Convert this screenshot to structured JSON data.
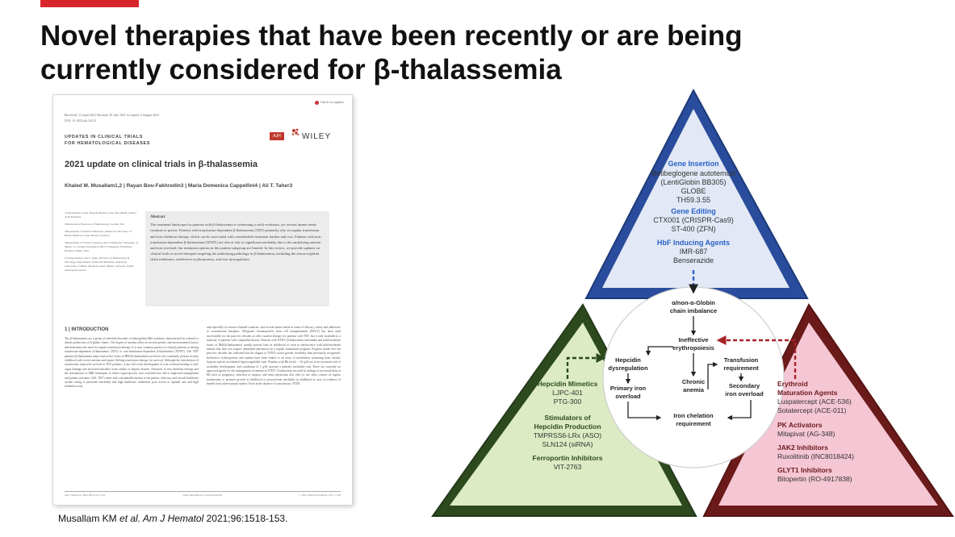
{
  "slide": {
    "title_line1": "Novel therapies that have been recently or are being",
    "title_line2": "currently considered for β-thalassemia",
    "citation_authors": "Musallam KM ",
    "citation_etal": "et al. Am J Hematol",
    "citation_rest": " 2021;96:1518-153."
  },
  "colors": {
    "accent_bar": "#d8252b",
    "blue": "#2a4c9c",
    "green": "#2d4a1f",
    "red": "#6b1a1a",
    "pink_fill": "#f5c6d4",
    "green_fill": "#dcebc3",
    "blue_fill": "#e2e8f5"
  },
  "paper": {
    "check_updates": "Check for updates",
    "meta": "Received: 12 April 2021    Revised: 29 July 2021    Accepted: 2 August 2021",
    "doi": "DOI: 10.1002/ajh.26314",
    "section_line1": "UPDATES IN CLINICAL TRIALS",
    "section_line2": "FOR HEMATOLOGICAL DISEASES",
    "logo_ajh": "AJH",
    "logo_wiley": "WILEY",
    "title": "2021 update on clinical trials in β-thalassemia",
    "authors": "Khaled M. Musallam1,2  |  Rayan Bou-Fakhredin3  |  Maria Domenica Cappellini4  |  Ali T. Taher3",
    "affiliation_1": "1Thalassemia Center, Burjeel Medical City, Abu Dhabi, United Arab Emirates",
    "affiliation_2": "2International Network of Hematology, London, UK",
    "affiliation_3": "3Department of Internal Medicine, American University of Beirut Medical Center, Beirut, Lebanon",
    "affiliation_4": "4Department of Clinical Sciences and Community, University of Milan, Ca' Granda Foundation IRCCS Maggiore Policlinico Hospital, Milan, Italy",
    "correspondence": "Correspondence: Ali T. Taher, Division of Hematology & Oncology, Department of Internal Medicine, American University of Beirut Medical Center, Beirut, Lebanon. Email: ataher@aub.edu.lb",
    "abstract_heading": "Abstract",
    "abstract_text": "The treatment landscape for patients with β-thalassemia is witnessing a swift evolution, yet several unmet needs continue to persist. Patients with transfusion-dependent β-thalassemia (TDT) primarily rely on regular transfusion and iron chelation therapy, which can be associated with considerable treatment burden and cost. Patients with non-transfusion-dependent β-thalassemia (NTDT) are also at risk of significant morbidity due to the underlying anemia and iron overload, but treatment options in this patient subgroup are limited. In this review, we provide updates on clinical trials of novel therapies targeting the underlying pathology in β-thalassemia, including the α/non-α-globin chain imbalance, ineffective erythropoiesis, and iron dysregulation.",
    "intro_heading": "1  |  INTRODUCTION",
    "intro_left": "The β-thalassemias are a group of inherited disorders of hemoglobin (Hb) synthesis characterized by reduced or absent production of β-globin chains. The degree of anemia relies on several genetic and environmental factors and determines the need for regular transfusion therapy. It is now common practice to classify patients as having transfusion-dependent β-thalassemia (TDT) or non-transfusion-dependent β-thalassemia (NTDT). The TDT patients (β-thalassemia major and severe forms of HbE/β-thalassemia) are those who commonly present in early childhood with severe anemia and require lifelong transfusion therapy for survival. Although the introduction of transfusions improved survival in TDT patients, it also led to the development of iron overload leading to end-organ damage and increased mortality from cardiac or hepatic disease. Advances in iron chelation therapy and the introduction of MRI techniques to detect organ-specific iron overload have led to improved management and patient outcomes. Still, TDT comes with considerable burden to the patient, clinician, and overall healthcare system owing to persistent morbidity and high healthcare utilization, poor access to optimal care and high treatment costs.",
    "intro_right": "and especially in resource-limited countries, and several unmet needs in terms of efficacy, safety and adherence to conventional therapies. Allogeneic hematopoietic stem cell transplantation (HSCT) has been used successfully for the past few decades to offer curative therapy for patients with TDT, but is only available to a minority of patients with compatible donors. Patients with NTDT (β-thalassemia intermedia and mild-moderate forms of HbE/β-thalassemia) usually present later in childhood or even in adolescence with mild-moderate anemia that does not require immediate placement on a regular transfusion program. Progress made over the past few decades has indicated that the dogma of NTDT carries greater morbidity than previously recognized. Ineffective erythropoiesis and anemia have been linked to an array of morbidities stemming from chronic hypoxia and an accelerated hypercoagulable state. Patients with Hb levels < 10 g/dl are at an increased risk of morbidity development, and conditions of 1 g/dl increase a patient's morbidity risk. There are currently no approved agents for the management of anemia in NTDT. Transfusions are used in settings of increased drop in Hb such as pregnancy, infection or surgery, and some physicians also elect to use short courses of regular transfusions to promote growth in childhood or prevent/treat morbidity in adulthood in case of evidence of benefit from observational studies. Even in the absence of transfusions, NTDT",
    "footer_left": "Am J Hematol. 2021;96:1518–1531.",
    "footer_mid": "wileyonlinelibrary.com/journal/ajh",
    "footer_right": "© 2021 Wiley Periodicals LLC.   1518"
  },
  "diagram": {
    "gene_insertion": {
      "heading": "Gene Insertion",
      "items": [
        "Betibeglogene autotemcel",
        "(LentiGlobin BB305)",
        "GLOBE",
        "TH59.3.55"
      ]
    },
    "gene_editing": {
      "heading": "Gene Editing",
      "items": [
        "CTX001 (CRISPR-Cas9)",
        "ST-400 (ZFN)"
      ]
    },
    "hbf_agents": {
      "heading": "HbF Inducing Agents",
      "items": [
        "IMR-687",
        "Benserazide"
      ]
    },
    "hepcidin_mimetics": {
      "heading": "Hepcidin Mimetics",
      "items": [
        "LJPC-401",
        "PTG-300"
      ]
    },
    "hepcidin_stimulators": {
      "heading_line1": "Stimulators of",
      "heading_line2": "Hepcidin Production",
      "items": [
        "TMPRSS6-LRx (ASO)",
        "SLN124 (siRNA)"
      ]
    },
    "ferroportin": {
      "heading": "Ferroportin Inhibitors",
      "items": [
        "VIT-2763"
      ]
    },
    "erythroid": {
      "heading_line1": "Erythroid",
      "heading_line2": "Maturation Agents",
      "items": [
        "Luspatercept (ACE-536)",
        "Sotatercept (ACE-011)"
      ]
    },
    "pk_activators": {
      "heading": "PK Activators",
      "items": [
        "Mitapivat (AG-348)"
      ]
    },
    "jak2": {
      "heading": "JAK2 Inhibitors",
      "items": [
        "Ruxolitinib (INC8018424)"
      ]
    },
    "glyt1": {
      "heading": "GLYT1 Inhibitors",
      "items": [
        "Bitopertin (RO-4917838)"
      ]
    },
    "center": {
      "imbalance_line1": "α/non-α-Globin",
      "imbalance_line2": "chain imbalance",
      "ineffective_line1": "Ineffective",
      "ineffective_line2": "erythropoiesis",
      "hepcidin_line1": "Hepcidin",
      "hepcidin_line2": "dysregulation",
      "primary_line1": "Primary iron",
      "primary_line2": "overload",
      "chronic_line1": "Chronic",
      "chronic_line2": "anemia",
      "transfusion_line1": "Transfusion",
      "transfusion_line2": "requirement",
      "secondary_line1": "Secondary",
      "secondary_line2": "iron overload",
      "chelation_line1": "Iron chelation",
      "chelation_line2": "requirement"
    }
  }
}
